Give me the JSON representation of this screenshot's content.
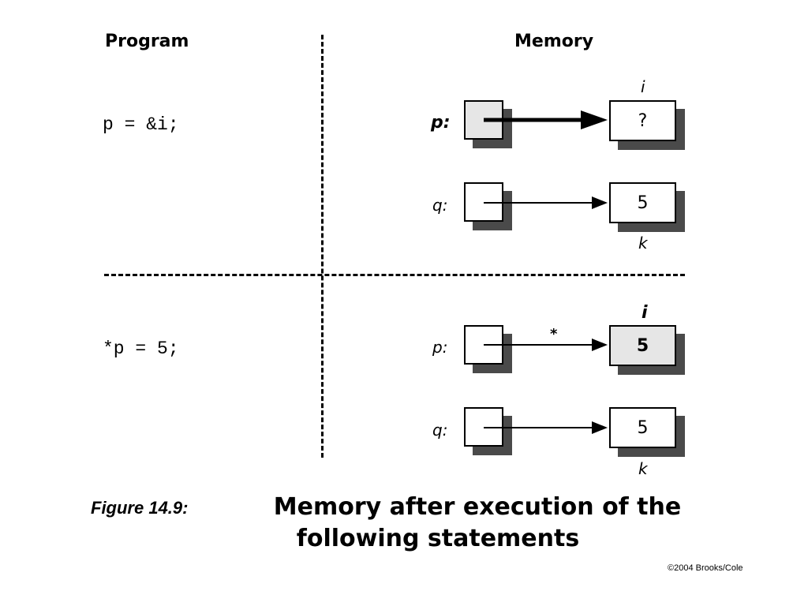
{
  "headers": {
    "program": "Program",
    "memory": "Memory"
  },
  "program": {
    "statement_1": "p = &i;",
    "statement_2": "*p = 5;"
  },
  "panel_1": {
    "p_label": "p:",
    "q_label": "q:",
    "i_label": "i",
    "k_label": "k",
    "i_value": "?",
    "k_value": "5"
  },
  "panel_2": {
    "p_label": "p:",
    "q_label": "q:",
    "i_label": "i",
    "k_label": "k",
    "i_value": "5",
    "k_value": "5",
    "deref_marker": "*"
  },
  "caption": {
    "figure": "Figure 14.9:",
    "line1": "Memory after execution of the",
    "line2": "following statements"
  },
  "copyright": "©2004 Brooks/Cole",
  "colors": {
    "shadow": "#4a4a4a",
    "highlight_fill": "#e6e6e6"
  }
}
